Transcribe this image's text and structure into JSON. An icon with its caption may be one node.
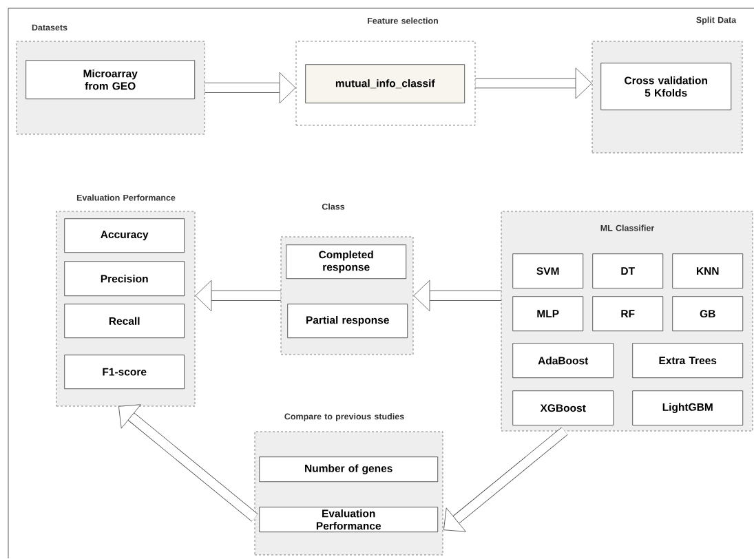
{
  "diagram": {
    "nodes": [
      {
        "text": [
          "Datasets"
        ]
      },
      {
        "text": [
          "Microarray from GEO"
        ],
        "in": 0
      },
      {
        "text": [
          "Feature selection"
        ]
      },
      {
        "text": [
          "mutual_info_classif"
        ],
        "in": 2
      },
      {
        "text": [
          "Split Data"
        ]
      },
      {
        "text": [
          "Cross validation 5 Kfolds"
        ],
        "in": 4
      },
      {
        "text": [
          "Evaluation Performance"
        ]
      },
      {
        "text": [
          "Accuracy"
        ],
        "in": 6
      },
      {
        "text": [
          "Precision"
        ],
        "in": 6
      },
      {
        "text": [
          "Recall"
        ],
        "in": 6
      },
      {
        "text": [
          "F1-score"
        ],
        "in": 6
      },
      {
        "text": [
          "Class"
        ]
      },
      {
        "text": [
          "Completed response"
        ],
        "in": 11
      },
      {
        "text": [
          "Partial response"
        ],
        "in": 11
      },
      {
        "text": [
          "ML Classifier"
        ]
      },
      {
        "text": [
          "SVM"
        ],
        "in": 14
      },
      {
        "text": [
          "DT"
        ],
        "in": 14
      },
      {
        "text": [
          "KNN"
        ],
        "in": 14
      },
      {
        "text": [
          "MLP"
        ],
        "in": 14
      },
      {
        "text": [
          "RF"
        ],
        "in": 14
      },
      {
        "text": [
          "GB"
        ],
        "in": 14
      },
      {
        "text": [
          "AdaBoost"
        ],
        "in": 14
      },
      {
        "text": [
          "Extra Trees"
        ],
        "in": 14
      },
      {
        "text": [
          "XGBoost"
        ],
        "in": 14
      },
      {
        "text": [
          "LightGBM"
        ],
        "in": 14
      },
      {
        "text": [
          "Compare to previous studies"
        ]
      },
      {
        "text": [
          "Number of genes"
        ],
        "in": 25
      },
      {
        "text": [
          "Evaluation Performance"
        ],
        "in": 25
      }
    ],
    "edges": [
      {
        "from": 0,
        "to": 2,
        "arrow": "to"
      },
      {
        "from": 2,
        "to": 4,
        "arrow": "to"
      },
      {
        "from": 14,
        "to": 11,
        "arrow": "to"
      },
      {
        "from": 11,
        "to": 6,
        "arrow": "to"
      },
      {
        "from": 14,
        "to": 25,
        "arrow": "to"
      },
      {
        "from": 25,
        "to": 6,
        "arrow": "to"
      }
    ]
  }
}
